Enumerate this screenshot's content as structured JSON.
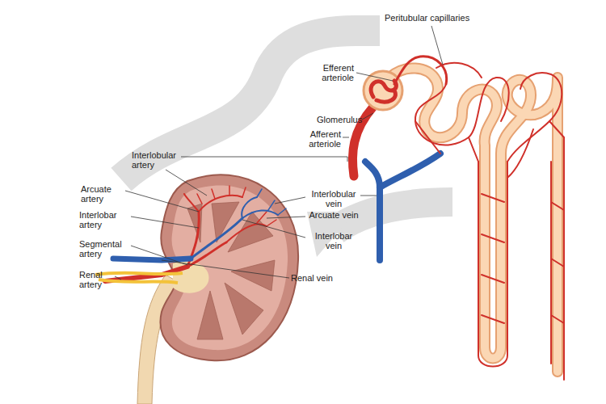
{
  "diagram": {
    "labels": [
      "Peritubular capillaries",
      "Efferent arteriole",
      "Glomerulus",
      "Afferent arteriole",
      "Interlobular artery",
      "Arcuate artery",
      "Interlobar artery",
      "Segmental artery",
      "Renal artery",
      "Interlobular vein",
      "Arcuate vein",
      "Interlobar vein",
      "Renal vein"
    ]
  }
}
